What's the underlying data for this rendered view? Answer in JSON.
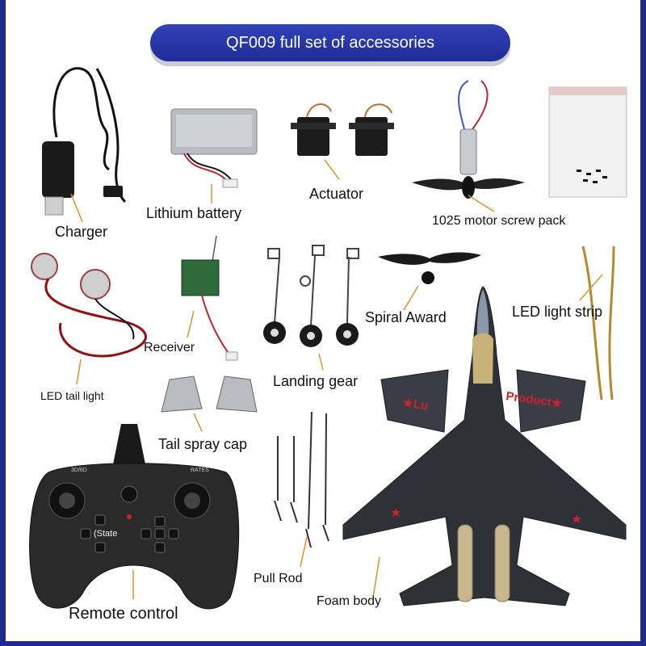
{
  "title": "QF009 full set of accessories",
  "items": {
    "charger": "Charger",
    "battery": "Lithium battery",
    "actuator": "Actuator",
    "motor": "1025 motor screw pack",
    "led_tail": "LED tail light",
    "receiver": "Receiver",
    "landing_gear": "Landing gear",
    "propeller": "Spiral Award",
    "led_strip": "LED light strip",
    "tail_cap": "Tail spray cap",
    "pull_rod": "Pull Rod",
    "foam_body": "Foam body",
    "remote": "Remote control"
  },
  "remote_text": {
    "left_tag": "3D/6D",
    "right_tag": "RATES",
    "state": "(State"
  },
  "plane_text": {
    "left_fin": "★Lu",
    "right_fin": "Product★"
  },
  "colors": {
    "banner": "#2236a8",
    "frame": "#1e2a8c",
    "leader": "#e0922a",
    "plane": "#2e3138"
  }
}
